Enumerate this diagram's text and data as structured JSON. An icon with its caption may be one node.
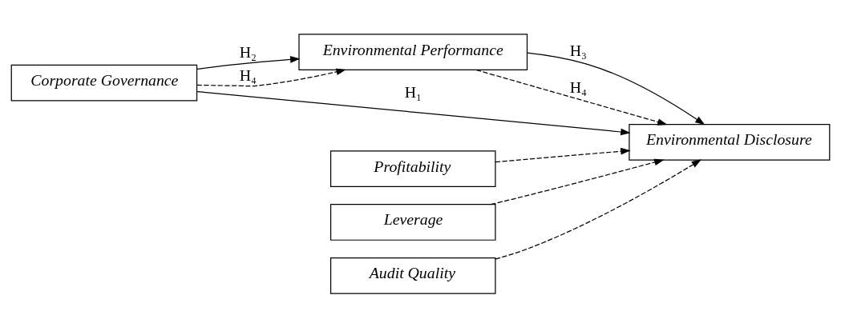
{
  "diagram": {
    "nodes": [
      {
        "text": [
          "Environmental Performance"
        ]
      },
      {
        "text": [
          "Corporate Governance"
        ]
      },
      {
        "text": [
          "Environmental Disclosure"
        ]
      },
      {
        "text": [
          "Profitability"
        ]
      },
      {
        "text": [
          "Leverage"
        ]
      },
      {
        "text": [
          "Audit Quality"
        ]
      }
    ],
    "edges": [
      {
        "from": 1,
        "to": 0,
        "arrow": "to",
        "label": "H₂"
      },
      {
        "from": 1,
        "to": 0,
        "arrow": "to",
        "label": "H₄",
        "style": "dashed"
      },
      {
        "from": 0,
        "to": 2,
        "arrow": "to",
        "label": "H₃"
      },
      {
        "from": 0,
        "to": 2,
        "arrow": "to",
        "label": "H₄",
        "style": "dashed"
      },
      {
        "from": 1,
        "to": 2,
        "arrow": "to",
        "label": "H₁"
      },
      {
        "from": 3,
        "to": 2,
        "arrow": "to",
        "style": "dashed"
      },
      {
        "from": 4,
        "to": 2,
        "arrow": "to",
        "style": "dashed"
      },
      {
        "from": 5,
        "to": 2,
        "arrow": "to",
        "style": "dashed"
      }
    ]
  }
}
